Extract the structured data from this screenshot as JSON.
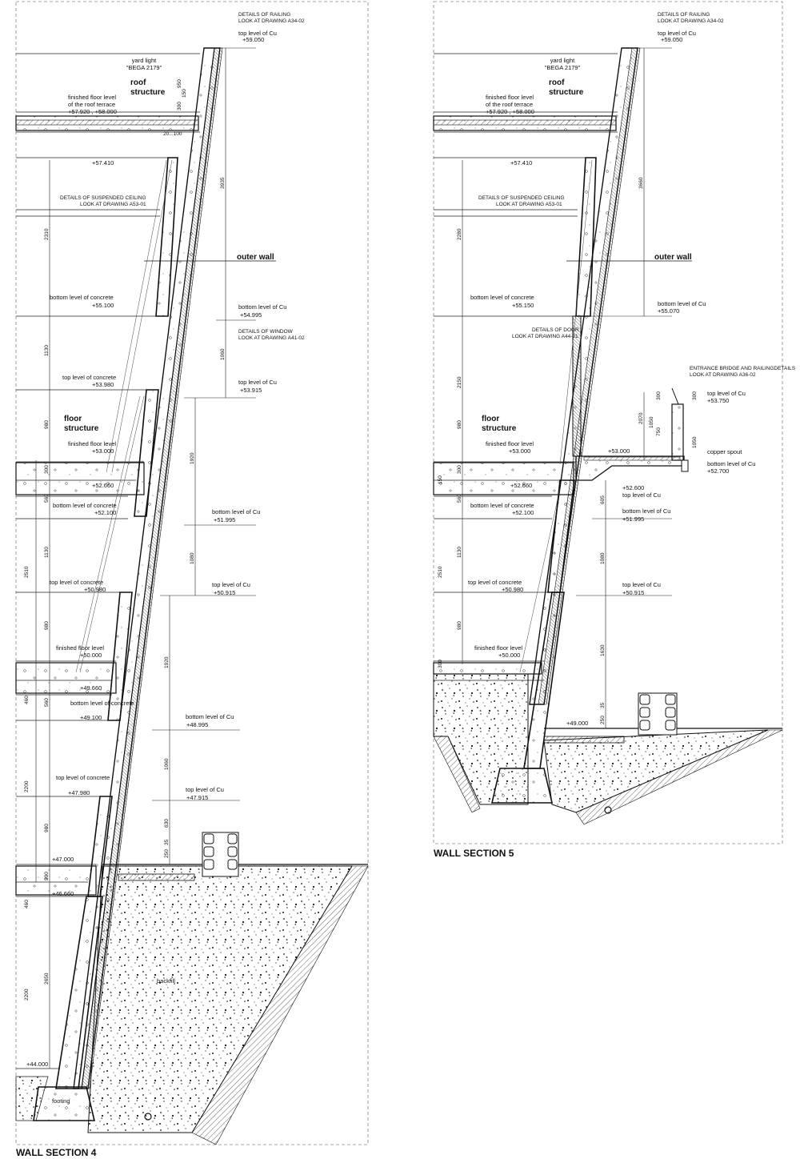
{
  "sections": [
    {
      "id": "ws4",
      "title": "WALL SECTION  4",
      "notes": {
        "railing": [
          "DETAILS OF RAILING",
          "LOOK AT DRAWING A34-02"
        ],
        "ceiling": [
          "DETAILS OF SUSPENDED CEILING",
          "LOOK AT DRAWING A53-01"
        ],
        "window": [
          "DETAILS OF WINDOW",
          "LOOK AT DRAWING A41-02"
        ]
      },
      "labels": {
        "yard_light": [
          "yard light",
          "\"BEGA 2179\""
        ],
        "roof_structure": [
          "roof",
          "structure"
        ],
        "roof_terrace": [
          "finished floor level",
          "of the roof terrace",
          "+57.920 , +58.000"
        ],
        "outer_wall": "outer wall",
        "floor_structure": [
          "floor",
          "structure"
        ],
        "backfill": "backfill",
        "footing": "footing"
      },
      "levels": [
        {
          "k": "top level of Cu",
          "v": "+59.050"
        },
        {
          "k": "",
          "v": "+57.410"
        },
        {
          "k": "bottom level of concrete",
          "v": "+55.100"
        },
        {
          "k": "bottom level of Cu",
          "v": "+54.995"
        },
        {
          "k": "top level of concrete",
          "v": "+53.980"
        },
        {
          "k": "top level of Cu",
          "v": "+53.915"
        },
        {
          "k": "finished floor level",
          "v": "+53.000"
        },
        {
          "k": "",
          "v": "+52.660"
        },
        {
          "k": "bottom level of concrete",
          "v": "+52.100"
        },
        {
          "k": "bottom level of Cu",
          "v": "+51.995"
        },
        {
          "k": "top level of concrete",
          "v": "+50.980"
        },
        {
          "k": "top level of Cu",
          "v": "+50.915"
        },
        {
          "k": "finished floor level",
          "v": "+50.000"
        },
        {
          "k": "",
          "v": "+49.660"
        },
        {
          "k": "bottom level of concrete",
          "v": "+49.100"
        },
        {
          "k": "bottom level of Cu",
          "v": "+48.995"
        },
        {
          "k": "top level of concrete",
          "v": "+47.980"
        },
        {
          "k": "top level of Cu",
          "v": "+47.915"
        },
        {
          "k": "",
          "v": "+47.000"
        },
        {
          "k": "",
          "v": "+46.660"
        },
        {
          "k": "",
          "v": "+44.000"
        }
      ],
      "dims": [
        "3935",
        "1060",
        "1920",
        "1080",
        "1920",
        "1060",
        "630",
        "35",
        "250",
        "2310",
        "1130",
        "980",
        "300",
        "560",
        "2510",
        "1130",
        "980",
        "460",
        "560",
        "2200",
        "980",
        "2200",
        "2650",
        "300",
        "460",
        "950",
        "300",
        "20...100",
        "150"
      ]
    },
    {
      "id": "ws5",
      "title": "WALL SECTION  5",
      "notes": {
        "railing": [
          "DETAILS OF RAILING",
          "LOOK AT DRAWING A34-02"
        ],
        "ceiling": [
          "DETAILS OF SUSPENDED CEILING",
          "LOOK AT DRAWING A53-01"
        ],
        "door": [
          "DETAILS OF DOOR",
          "LOOK AT DRAWING A44-01"
        ],
        "bridge": [
          "ENTRANCE BRIDGE AND RAILINGDETAILS",
          "LOOK AT DRAWING A36-02"
        ]
      },
      "labels": {
        "yard_light": [
          "yard light",
          "\"BEGA 2179\""
        ],
        "roof_structure": [
          "roof",
          "structure"
        ],
        "roof_terrace": [
          "finished floor level",
          "of the roof terrace",
          "+57.920 , +58.000"
        ],
        "outer_wall": "outer wall",
        "floor_structure": [
          "floor",
          "structure"
        ],
        "copper_spout": "copper spout"
      },
      "levels": [
        {
          "k": "top level of Cu",
          "v": "+59.050"
        },
        {
          "k": "",
          "v": "+57.410"
        },
        {
          "k": "bottom level of concrete",
          "v": "+55.150"
        },
        {
          "k": "bottom level of Cu",
          "v": "+55.070"
        },
        {
          "k": "top level of Cu",
          "v": "+53.750"
        },
        {
          "k": "finished floor level",
          "v": "+53.000"
        },
        {
          "k": "bottom level of Cu",
          "v": "+52.700"
        },
        {
          "k": "",
          "v": "+52.660"
        },
        {
          "k": "top level of Cu",
          "v": "+52.600"
        },
        {
          "k": "bottom level of concrete",
          "v": "+52.100"
        },
        {
          "k": "bottom level of Cu",
          "v": "+51.995"
        },
        {
          "k": "top level of concrete",
          "v": "+50.980"
        },
        {
          "k": "top level of Cu",
          "v": "+50.915"
        },
        {
          "k": "finished floor level",
          "v": "+50.000"
        },
        {
          "k": "",
          "v": "+49.000"
        }
      ],
      "dims": [
        "3660",
        "2070",
        "300",
        "1050",
        "750",
        "1050",
        "300",
        "605",
        "1080",
        "1630",
        "35",
        "250",
        "2280",
        "2150",
        "980",
        "300",
        "560",
        "2510",
        "1130",
        "980",
        "300",
        "150"
      ]
    }
  ]
}
